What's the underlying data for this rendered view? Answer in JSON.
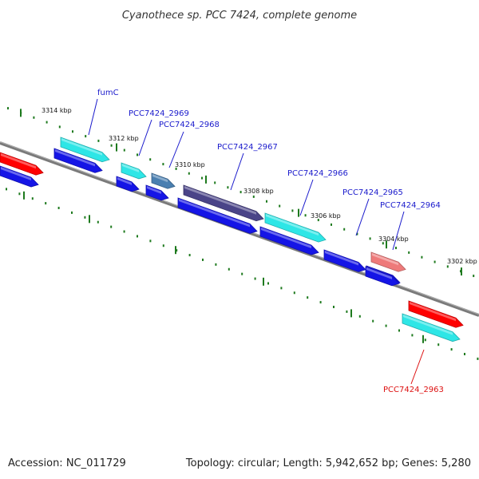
{
  "title": "Cyanothece sp. PCC 7424, complete genome",
  "footer": {
    "accession": "Accession: NC_011729",
    "summary": "Topology: circular; Length: 5,942,652 bp; Genes: 5,280"
  },
  "colors": {
    "backbone": "#7a7a7a",
    "tick": "#1e7a1e",
    "label_blue": "#1a1acc",
    "label_red": "#dd1111"
  },
  "ticks": [
    {
      "label": "3314 kbp"
    },
    {
      "label": "3312 kbp"
    },
    {
      "label": "3310 kbp"
    },
    {
      "label": "3308 kbp"
    },
    {
      "label": "3306 kbp"
    },
    {
      "label": "3304 kbp"
    },
    {
      "label": "3302 kbp"
    }
  ],
  "genes": [
    {
      "name": "",
      "color": "#ff0000"
    },
    {
      "name": "",
      "color": "#1515e6"
    },
    {
      "name": "fumC",
      "color": "#2ee6e6"
    },
    {
      "name": "",
      "color": "#1515e6"
    },
    {
      "name": "PCC7424_2969",
      "color": "#2ee6e6"
    },
    {
      "name": "",
      "color": "#1515e6"
    },
    {
      "name": "PCC7424_2968",
      "color": "#4a7fb0"
    },
    {
      "name": "",
      "color": "#1515e6"
    },
    {
      "name": "PCC7424_2967",
      "color": "#4a4488"
    },
    {
      "name": "",
      "color": "#1515e6"
    },
    {
      "name": "PCC7424_2966",
      "color": "#2ee6e6"
    },
    {
      "name": "",
      "color": "#1515e6"
    },
    {
      "name": "",
      "color": "#1515e6"
    },
    {
      "name": "PCC7424_2965",
      "color": "#1515e6"
    },
    {
      "name": "PCC7424_2964",
      "color": "#ee7a7a"
    },
    {
      "name": "",
      "color": "#1515e6"
    },
    {
      "name": "",
      "color": "#ff0000"
    },
    {
      "name": "PCC7424_2963",
      "color": "#2ee6e6"
    }
  ]
}
